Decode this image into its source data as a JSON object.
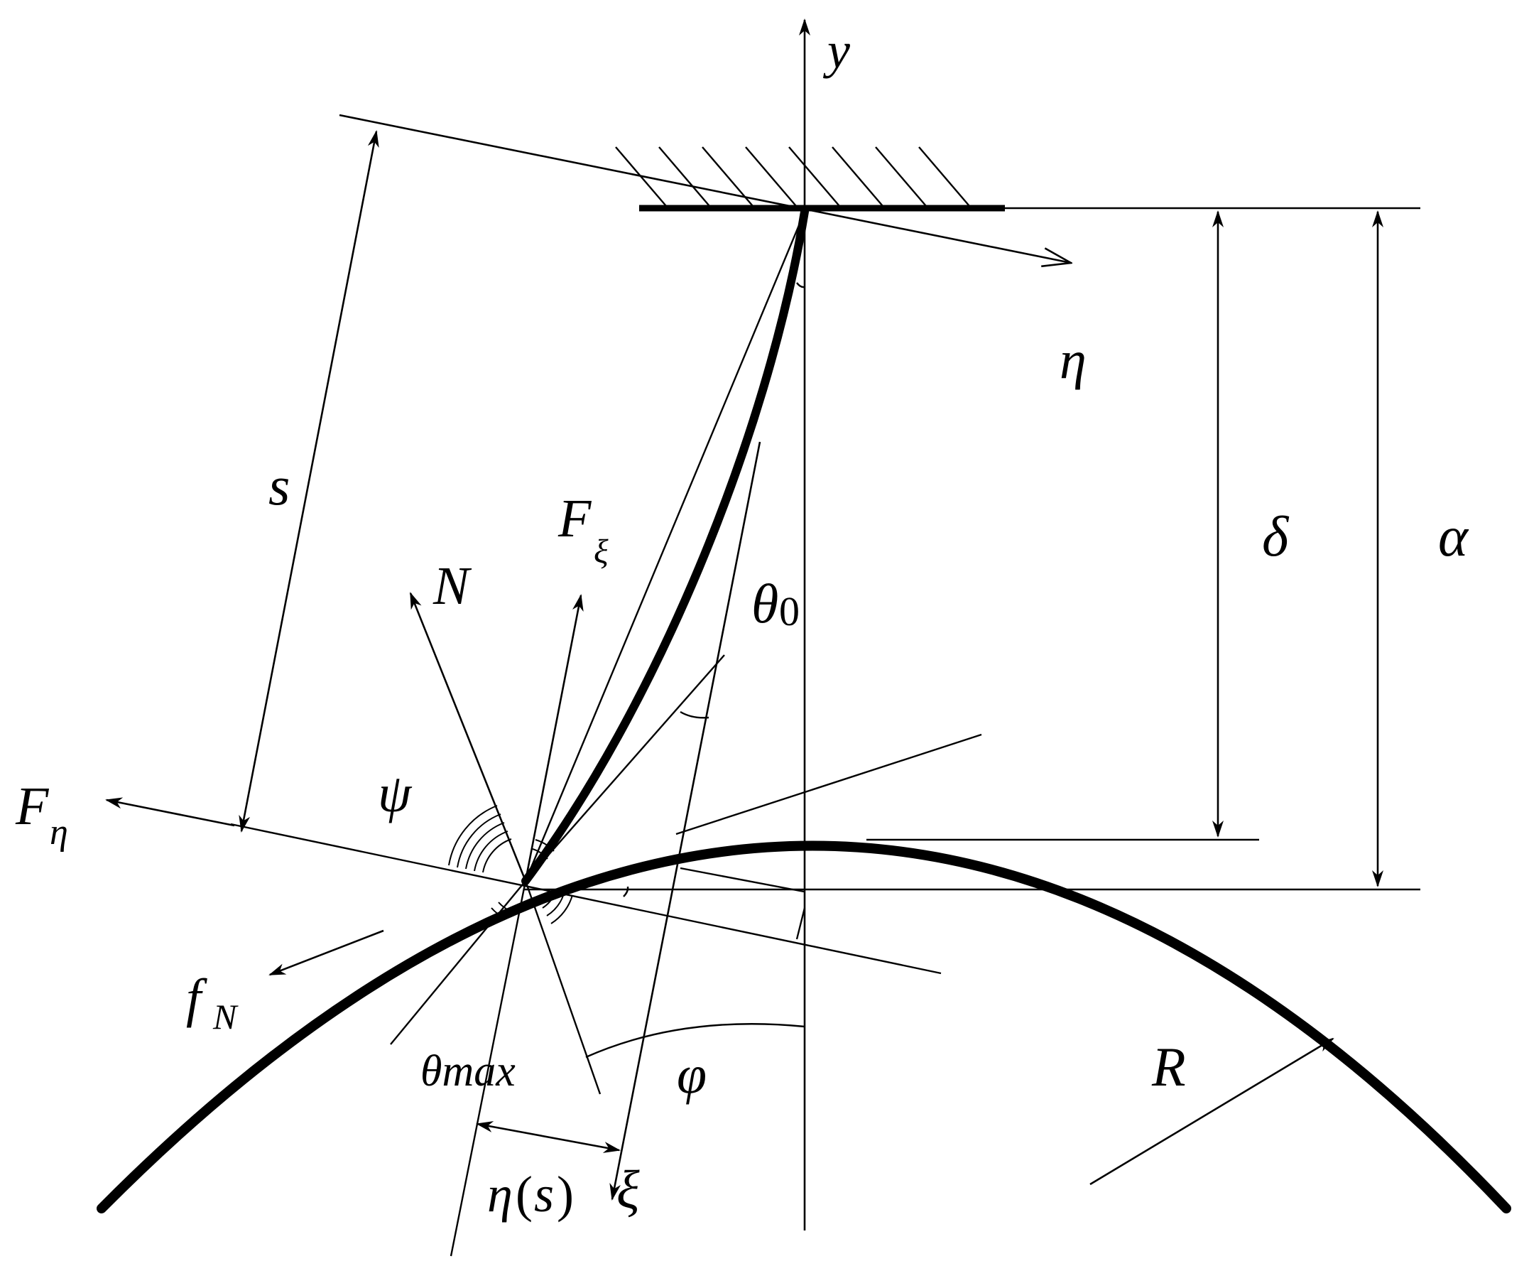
{
  "labels": {
    "y_axis": "y",
    "eta_axis": "η",
    "xi_axis": "ξ",
    "arc_length": "s",
    "f_xi_main": "F",
    "f_xi_sub": "ξ",
    "normal_force": "N",
    "f_eta_main": "F",
    "f_eta_sub": "η",
    "psi": "ψ",
    "theta0_main": "θ",
    "theta0_sub": "0",
    "delta": "δ",
    "alpha": "α",
    "f_n_main": "f",
    "f_n_sub": "N",
    "theta_max": "θmax",
    "phi": "φ",
    "radius": "R",
    "eta_s_main": "η",
    "eta_s_open": "(",
    "eta_s_var": "s",
    "eta_s_close": ")"
  },
  "colors": {
    "stroke": "#000000",
    "background": "#ffffff"
  }
}
